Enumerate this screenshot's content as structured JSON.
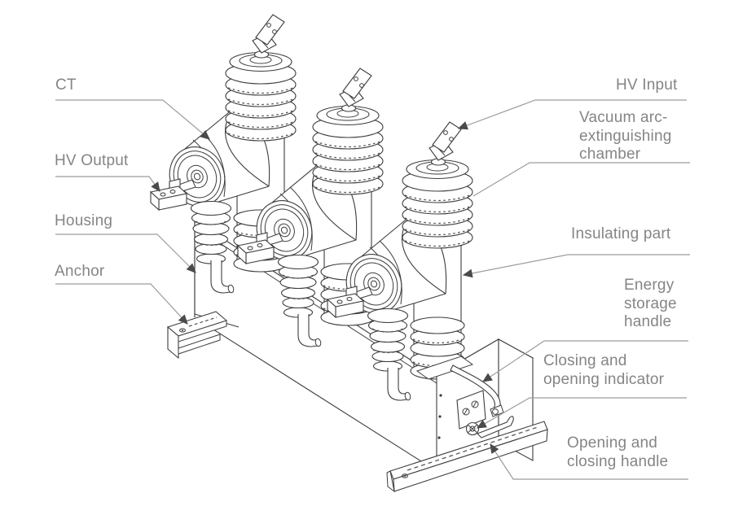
{
  "figure": {
    "type": "technical-line-diagram",
    "subject": "Three-phase pole-mounted vacuum circuit breaker (recloser) with labeled parts"
  },
  "colors": {
    "background": "#ffffff",
    "drawing_stroke": "#3d3d3d",
    "label_text": "#858585",
    "leader_line": "#9c9c9c"
  },
  "labels": {
    "ct": {
      "text": "CT"
    },
    "hv_output": {
      "text": "HV Output"
    },
    "housing": {
      "text": "Housing"
    },
    "anchor": {
      "text": "Anchor"
    },
    "hv_input": {
      "text": "HV Input"
    },
    "vacuum_chamber": {
      "text": "Vacuum arc-\nextinguishing\nchamber"
    },
    "insulating_part": {
      "text": "Insulating part"
    },
    "energy_storage_handle": {
      "text": "Energy\nstorage\nhandle"
    },
    "closing_opening_indicator": {
      "text": "Closing and\nopening indicator"
    },
    "opening_closing_handle": {
      "text": "Opening and\nclosing handle"
    }
  }
}
